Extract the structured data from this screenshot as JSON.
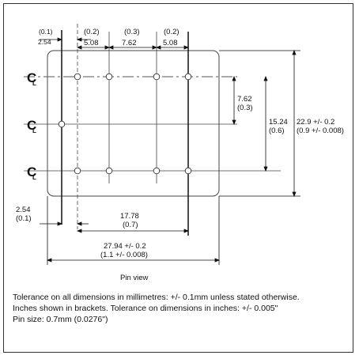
{
  "diagram": {
    "view_label": "Pin view",
    "top_dims": [
      {
        "id": "d1",
        "bracket": "(0.1)",
        "mm": "2.54"
      },
      {
        "id": "d2",
        "bracket": "(0.2)",
        "mm": "5.08"
      },
      {
        "id": "d3",
        "bracket": "(0.3)",
        "mm": "7.62"
      },
      {
        "id": "d4",
        "bracket": "(0.2)",
        "mm": "5.08"
      }
    ],
    "right_dims": {
      "inner": {
        "mm": "7.62",
        "bracket": "(0.3)"
      },
      "mid": {
        "mm": "15.24",
        "bracket": "(0.6)"
      },
      "outer": {
        "mm": "22.9 +/- 0.2",
        "bracket": "(0.9 +/- 0.008)"
      }
    },
    "left_dim": {
      "mm": "2.54",
      "bracket": "(0.1)"
    },
    "bottom_dims": {
      "inner": {
        "mm": "17.78",
        "bracket": "(0.7)"
      },
      "mid": {
        "mm": "27.94 +/- 0.2",
        "bracket": "(1.1 +/- 0.008)"
      }
    },
    "centerline_symbol": "C",
    "centerline_sub": "L"
  },
  "notes": [
    "Tolerance on all dimensions in millimetres: +/- 0.1mm unless stated otherwise.",
    "Inches shown in brackets. Tolerance on dimensions in inches: +/- 0.005\"",
    "Pin size: 0.7mm (0.0276\")"
  ]
}
